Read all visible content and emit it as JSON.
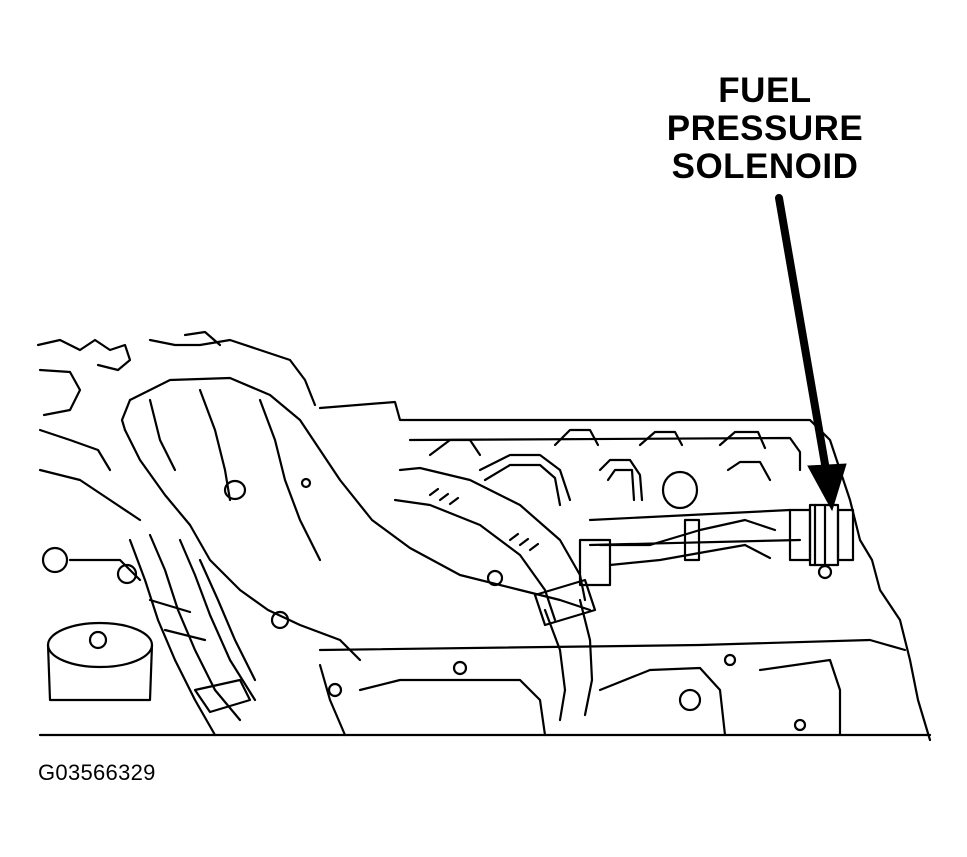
{
  "callout": {
    "line1": "FUEL",
    "line2": "PRESSURE",
    "line3": "SOLENOID"
  },
  "figure_id": "G03566329",
  "colors": {
    "ink": "#000000",
    "paper": "#ffffff"
  }
}
